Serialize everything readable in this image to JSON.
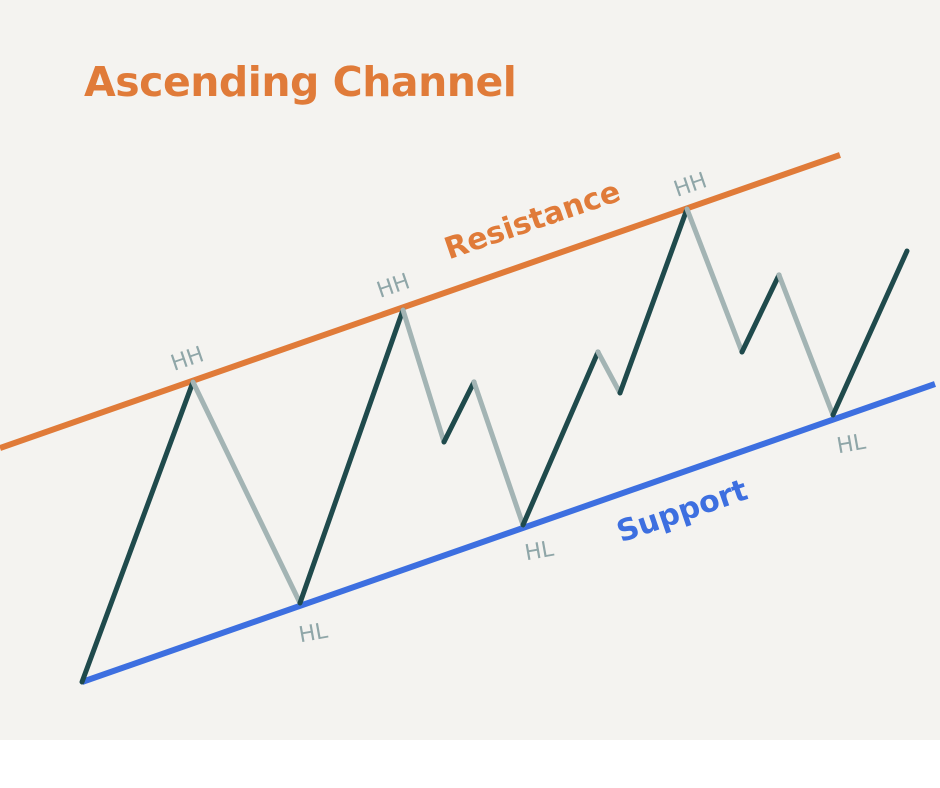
{
  "title": "Ascending Channel",
  "lines": {
    "resistance_label": "Resistance",
    "support_label": "Support"
  },
  "markers": {
    "higher_high": "HH",
    "higher_low": "HL"
  },
  "colors": {
    "title": "#e07b39",
    "resistance": "#e07b39",
    "support": "#3d6fe0",
    "up_leg": "#1f4a4c",
    "down_leg": "#a3b4b4",
    "marker_text": "#8fa6a8",
    "background": "#f4f3f0"
  }
}
